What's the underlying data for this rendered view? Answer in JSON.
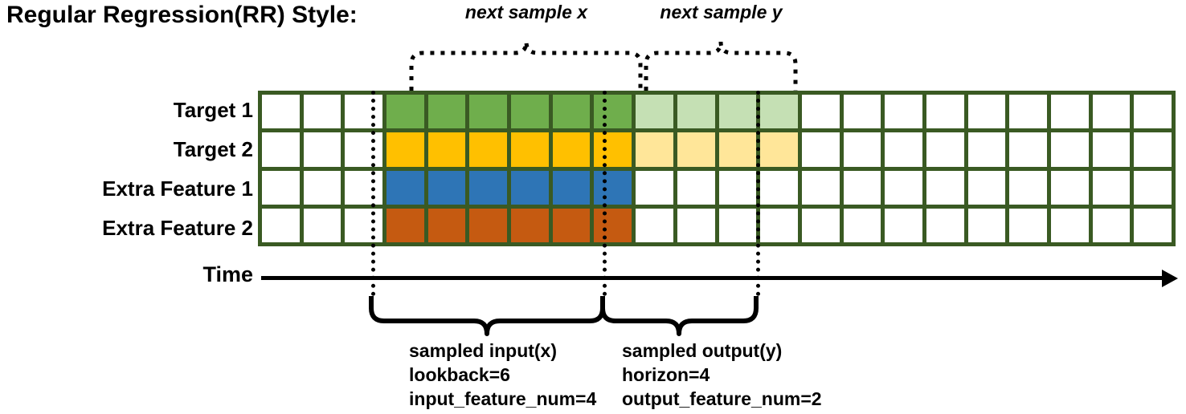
{
  "title": "Regular Regression(RR) Style:",
  "rows": [
    {
      "label": "Target 1"
    },
    {
      "label": "Target 2"
    },
    {
      "label": "Extra Feature 1"
    },
    {
      "label": "Extra Feature 2"
    }
  ],
  "time_axis": {
    "label": "Time"
  },
  "grid": {
    "columns": 22,
    "rows": 4,
    "border_color": "#3A5A23",
    "legend_colors": {
      "target1_dark": "#6FAE4C",
      "target1_light": "#C5E0B4",
      "target2_dark": "#FFC000",
      "target2_light": "#FFE699",
      "extra1": "#2E75B6",
      "extra2": "#C55A11",
      "empty": "#FFFFFF"
    },
    "cells": [
      [
        "empty",
        "empty",
        "empty",
        "target1_dark",
        "target1_dark",
        "target1_dark",
        "target1_dark",
        "target1_dark",
        "target1_dark",
        "target1_light",
        "target1_light",
        "target1_light",
        "target1_light",
        "empty",
        "empty",
        "empty",
        "empty",
        "empty",
        "empty",
        "empty",
        "empty",
        "empty"
      ],
      [
        "empty",
        "empty",
        "empty",
        "target2_dark",
        "target2_dark",
        "target2_dark",
        "target2_dark",
        "target2_dark",
        "target2_dark",
        "target2_light",
        "target2_light",
        "target2_light",
        "target2_light",
        "empty",
        "empty",
        "empty",
        "empty",
        "empty",
        "empty",
        "empty",
        "empty",
        "empty"
      ],
      [
        "empty",
        "empty",
        "empty",
        "extra1",
        "extra1",
        "extra1",
        "extra1",
        "extra1",
        "extra1",
        "empty",
        "empty",
        "empty",
        "empty",
        "empty",
        "empty",
        "empty",
        "empty",
        "empty",
        "empty",
        "empty",
        "empty",
        "empty"
      ],
      [
        "empty",
        "empty",
        "empty",
        "extra2",
        "extra2",
        "extra2",
        "extra2",
        "extra2",
        "extra2",
        "empty",
        "empty",
        "empty",
        "empty",
        "empty",
        "empty",
        "empty",
        "empty",
        "empty",
        "empty",
        "empty",
        "empty",
        "empty"
      ]
    ]
  },
  "top_braces": [
    {
      "caption": "next sample x"
    },
    {
      "caption": "next sample y"
    }
  ],
  "bottom_braces": [
    {
      "line1": "sampled input(x)",
      "line2": "lookback=6",
      "line3": "input_feature_num=4"
    },
    {
      "line1": "sampled output(y)",
      "line2": "horizon=4",
      "line3": "output_feature_num=2"
    }
  ]
}
